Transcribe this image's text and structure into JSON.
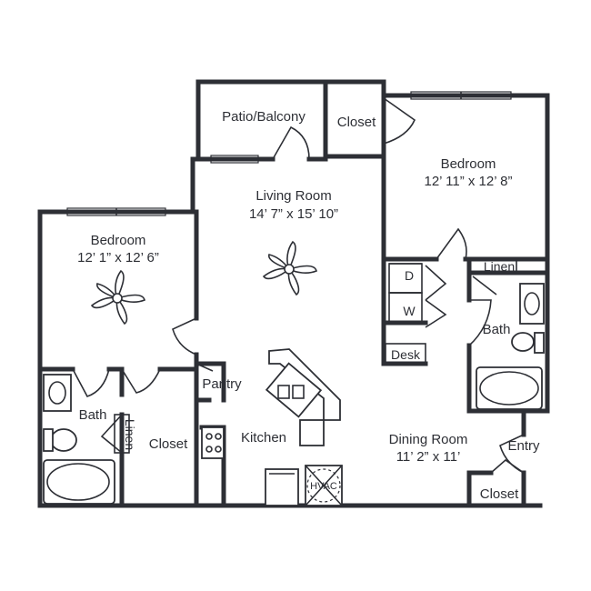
{
  "rooms": {
    "patio": {
      "name": "Patio/Balcony"
    },
    "closet_top": {
      "name": "Closet"
    },
    "living": {
      "name": "Living Room",
      "dims": "14’ 7” x 15’ 10”"
    },
    "bedroom_right": {
      "name": "Bedroom",
      "dims": "12’ 11” x 12’ 8”"
    },
    "bedroom_left": {
      "name": "Bedroom",
      "dims": "12’ 1” x 12’ 6”"
    },
    "linen_right": {
      "name": "Linen"
    },
    "bath_right": {
      "name": "Bath"
    },
    "pantry": {
      "name": "Pantry"
    },
    "kitchen": {
      "name": "Kitchen"
    },
    "dining": {
      "name": "Dining Room",
      "dims": "11’ 2” x 11’"
    },
    "entry": {
      "name": "Entry"
    },
    "closet_entry": {
      "name": "Closet"
    },
    "bath_left": {
      "name": "Bath"
    },
    "linen_left": {
      "name": "Linen"
    },
    "closet_left": {
      "name": "Closet"
    }
  },
  "fixtures": {
    "dryer": "D",
    "washer": "W",
    "desk": "Desk",
    "hvac": "HVAC"
  },
  "colors": {
    "line": "#2d2f35",
    "background": "#ffffff"
  }
}
